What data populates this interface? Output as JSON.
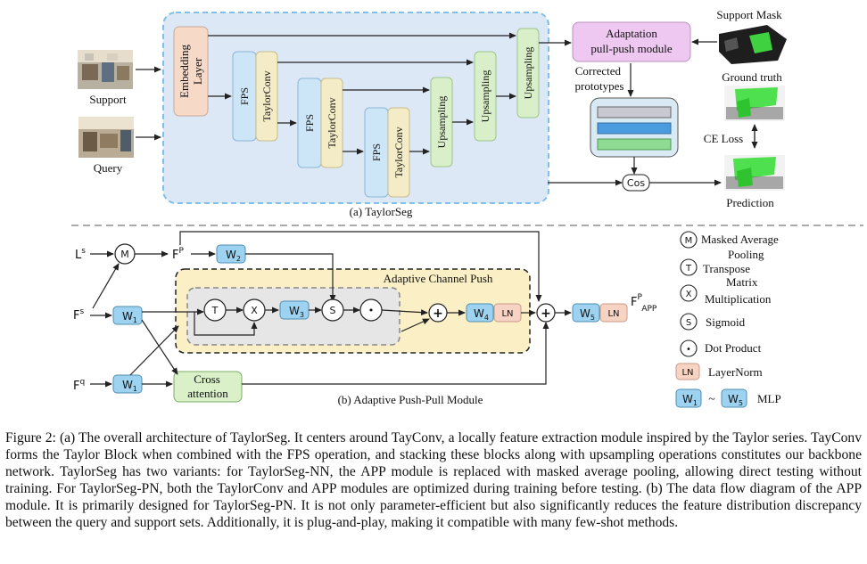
{
  "figure": {
    "part_a": {
      "title": "(a) TaylorSeg",
      "inputs": {
        "support": "Support",
        "query": "Query"
      },
      "blocks": {
        "embedding": "Embedding Layer",
        "fps": "FPS",
        "taylorconv": "TaylorConv",
        "upsampling": "Upsampling",
        "adaptation": "Adaptation pull-push module"
      },
      "labels": {
        "support_mask": "Support Mask",
        "ground_truth": "Ground truth",
        "ce_loss": "CE Loss",
        "prediction": "Prediction",
        "corrected": "Corrected",
        "prototypes": "prototypes",
        "cos": "Cos"
      }
    },
    "part_b": {
      "title": "(b) Adaptive Push-Pull Module",
      "group": "Adaptive Channel Push",
      "inputs": {
        "ls": "L",
        "ls_sup": "s",
        "fs": "F",
        "fs_sup": "s",
        "fq": "F",
        "fq_sup": "q"
      },
      "fp": "F",
      "fp_sup": "P",
      "output": "F",
      "output_sup": "P",
      "output_sub": "APP",
      "nodes": {
        "m": "M",
        "t": "T",
        "x": "X",
        "s": "S",
        "dot": "•",
        "plus": "+"
      },
      "mlps": {
        "w": "W",
        "w1": "1",
        "w2": "2",
        "w3": "3",
        "w4": "4",
        "w5": "5"
      },
      "ln": "LN",
      "cross": "Cross attention",
      "legend": {
        "m": "Masked Average Pooling",
        "t": "Transpose Matrix",
        "x": "Multiplication",
        "s": "Sigmoid",
        "dot": "Dot Product",
        "ln": "LayerNorm",
        "mlp": "MLP",
        "tilde": "~"
      }
    }
  },
  "caption": "Figure 2: (a) The overall architecture of TaylorSeg. It centers around TayConv, a locally feature extraction module inspired by the Taylor series. TayConv forms the Taylor Block when combined with the FPS operation, and stacking these blocks along with upsampling operations constitutes our backbone network. TaylorSeg has two variants: for TaylorSeg-NN, the APP module is replaced with masked average pooling, allowing direct testing without training. For TaylorSeg-PN, both the TaylorConv and APP modules are optimized during training before testing. (b) The data flow diagram of the APP module. It is primarily designed for TaylorSeg-PN. It is not only parameter-efficient but also significantly reduces the feature distribution discrepancy between the query and support sets. Additionally, it is plug-and-play, making it compatible with many few-shot methods.",
  "colors": {
    "bg_panel": "#dde8f6",
    "embedding": "#f7d9c8",
    "fps": "#cde6f7",
    "taylor": "#f4ecc7",
    "upsampling": "#d9efc9",
    "adaptation": "#eec8f1",
    "mlp": "#9dd3f0",
    "ln": "#f7d3c3",
    "acp": "#fbefc5",
    "cross": "#d9f0c8"
  }
}
